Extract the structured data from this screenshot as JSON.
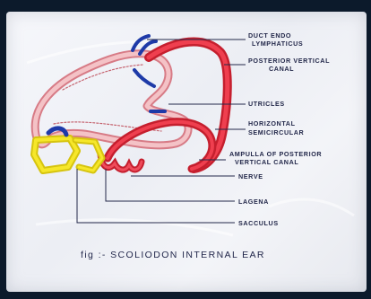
{
  "labels": {
    "ductus": [
      "DUCT ENDO",
      "LYMPHATICUS"
    ],
    "posterior_canal": [
      "POSTERIOR VERTICAL",
      "CANAL"
    ],
    "utricle": "UTRICLES",
    "horizontal_canal": [
      "HORIZONTAL",
      "SEMICIRCULAR"
    ],
    "ampulla": [
      "AMPULLA OF POSTERIOR",
      "VERTICAL CANAL"
    ],
    "nerve": "NERVE",
    "lagena": "LAGENA",
    "sacculus": "SACCULUS"
  },
  "caption": "fig :-  SCOLIODON  INTERNAL EAR",
  "colors": {
    "canal_red": "#e02a3a",
    "utricle_pink": "#f0a7ae",
    "duct_blue": "#1e3aa8",
    "sacculus_yellow": "#f2e21c",
    "ink": "#23284a"
  }
}
